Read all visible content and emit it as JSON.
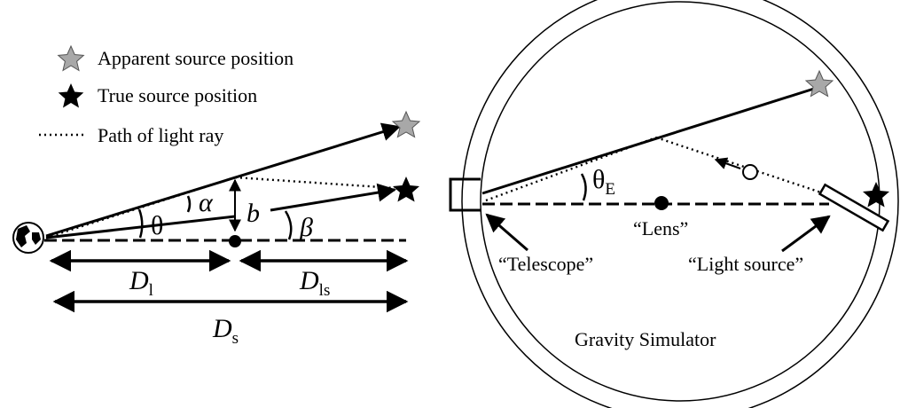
{
  "legend": {
    "apparent_label": "Apparent source position",
    "true_label": "True source position",
    "path_label": "Path of light ray"
  },
  "left_diagram": {
    "theta": "θ",
    "alpha": "α",
    "b": "b",
    "beta": "β",
    "D_l_main": "D",
    "D_l_sub": "l",
    "D_ls_main": "D",
    "D_ls_sub": "ls",
    "D_s_main": "D",
    "D_s_sub": "s"
  },
  "right_diagram": {
    "theta_main": "θ",
    "theta_sub": "E",
    "lens_label": "“Lens”",
    "telescope_label": "“Telescope”",
    "light_source_label": "“Light source”",
    "title": "Gravity Simulator"
  },
  "colors": {
    "ink": "#000000",
    "apparent_star": "#a8a8a8"
  },
  "icons": [
    "earth-icon",
    "star-icon",
    "lens-mass-icon",
    "telescope-icon",
    "light-source-icon"
  ]
}
